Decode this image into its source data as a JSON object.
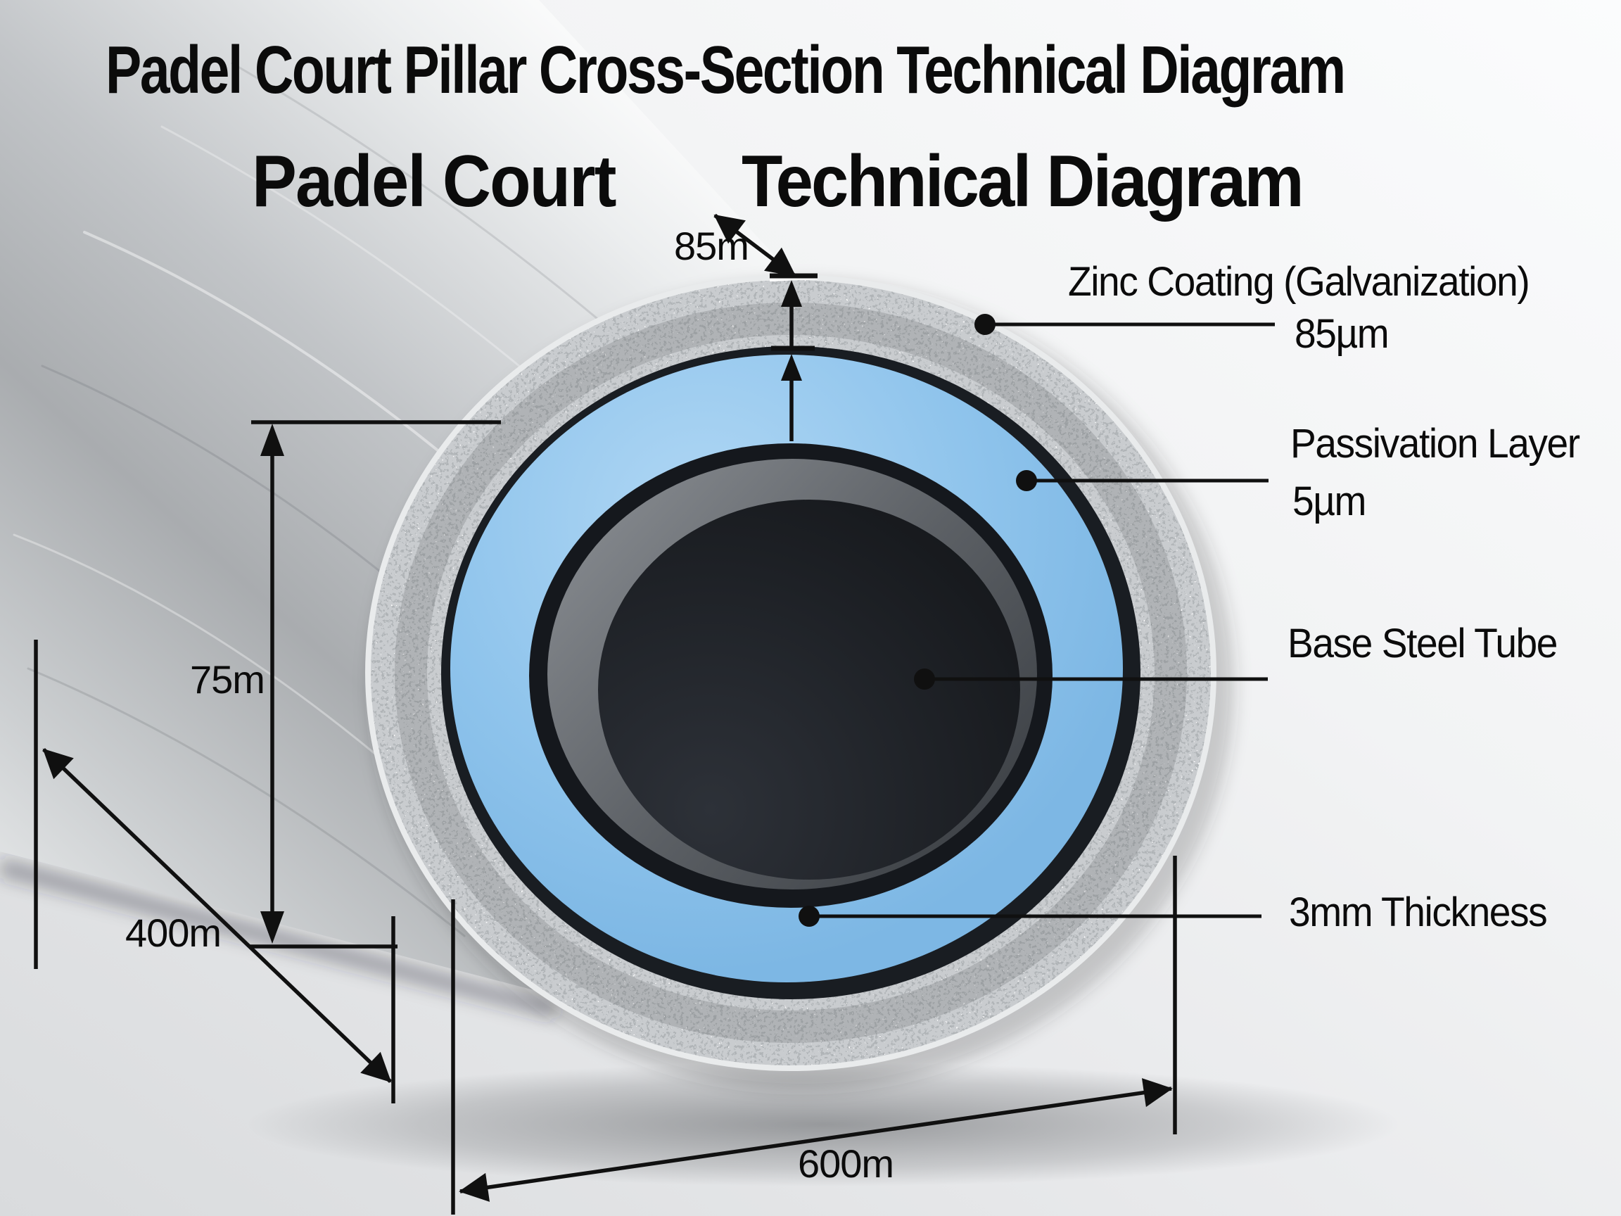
{
  "title": {
    "line1": "Padel Court Pillar Cross-Section Technical Diagram",
    "line2_left": "Padel Court",
    "line2_right": "Technical Diagram"
  },
  "callouts": {
    "zinc": {
      "label": "Zinc Coating (Galvanization)",
      "value": "85µm"
    },
    "passivation": {
      "label": "Passivation Layer",
      "value": "5µm"
    },
    "base_steel": {
      "label": "Base Steel Tube"
    },
    "wall": {
      "label": "3mm Thickness"
    }
  },
  "dimensions": {
    "coating_offset": "85m",
    "radius": "75m",
    "depth": "400m",
    "diameter": "600m"
  },
  "colors": {
    "passivation_blue": "#8fc4ec",
    "zinc_speckle_base": "#c9cccf",
    "steel_seam_dark": "#191d22",
    "annotation_ink": "#101010"
  }
}
